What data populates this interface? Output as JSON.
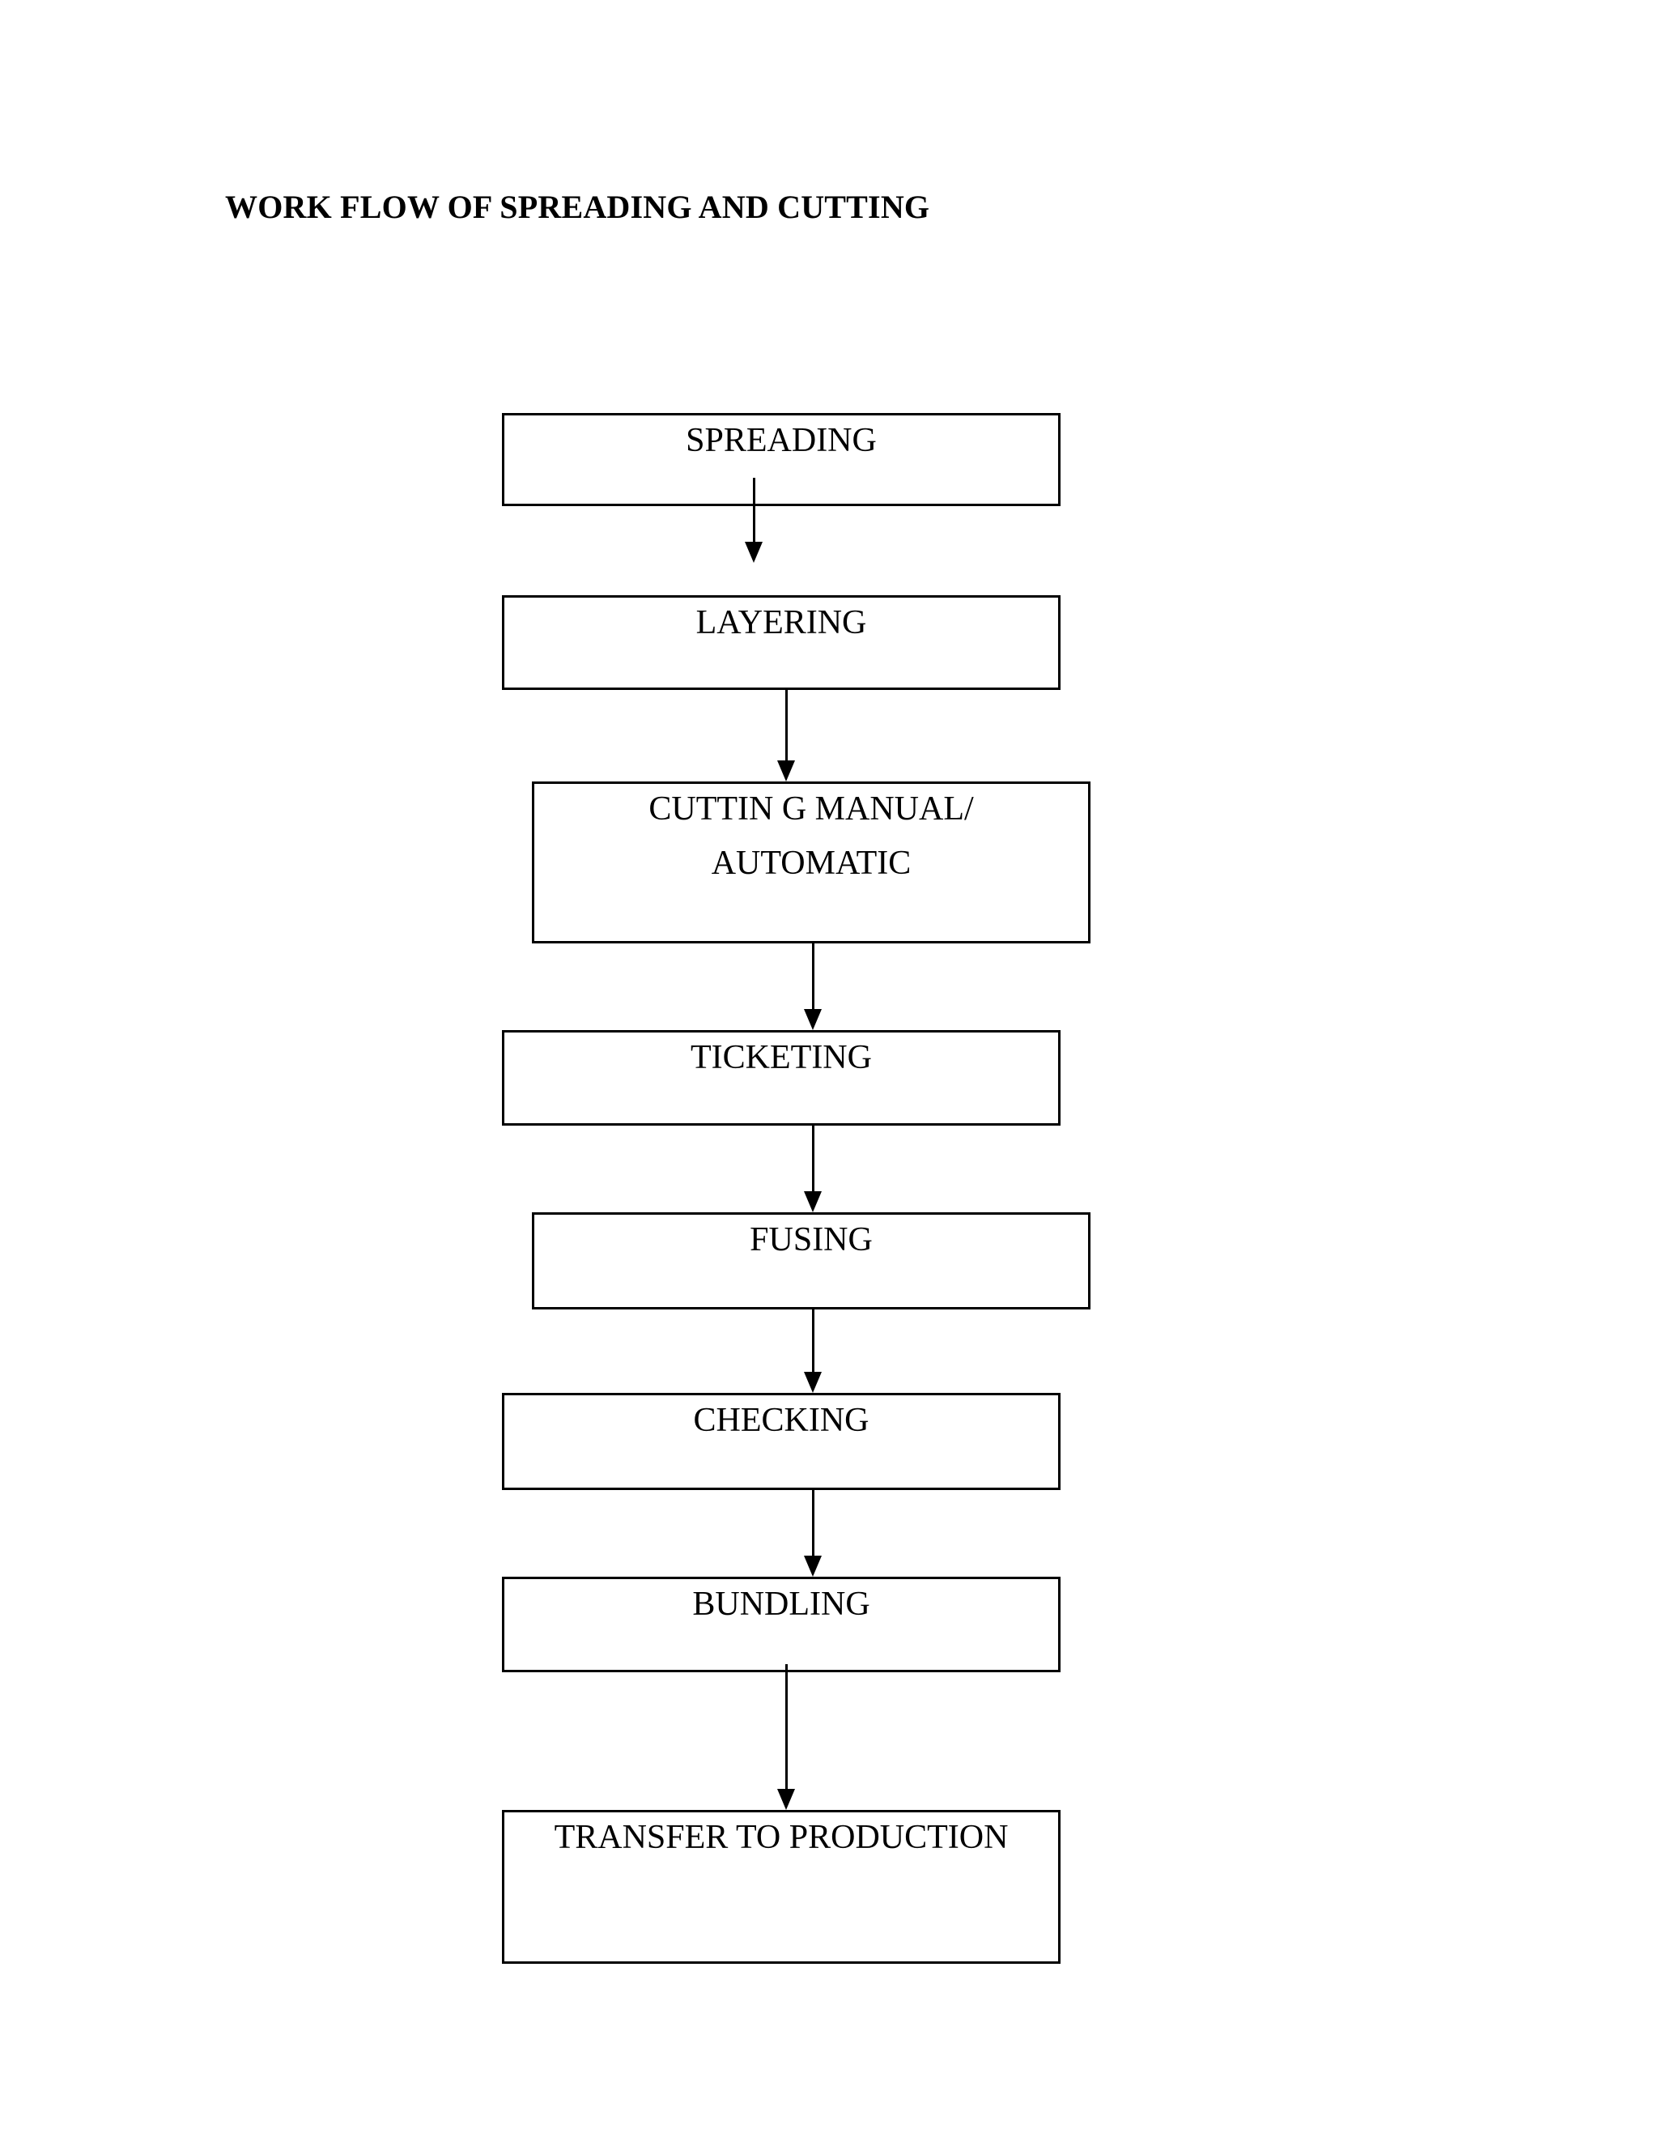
{
  "document": {
    "title": "WORK FLOW OF SPREADING AND CUTTING"
  },
  "flowchart": {
    "type": "flowchart",
    "orientation": "vertical",
    "shape": "rectangle",
    "colors": {
      "background": "#ffffff",
      "box_border": "#000000",
      "text": "#000000",
      "arrow": "#000000"
    },
    "nodes": [
      {
        "id": "spreading",
        "label": "SPREADING",
        "lines": [
          "SPREADING"
        ]
      },
      {
        "id": "layering",
        "label": "LAYERING",
        "lines": [
          "LAYERING"
        ]
      },
      {
        "id": "cutting",
        "label": "CUTTIN G MANUAL/ AUTOMATIC",
        "lines": [
          "CUTTIN G MANUAL/",
          "AUTOMATIC"
        ]
      },
      {
        "id": "ticketing",
        "label": "TICKETING",
        "lines": [
          "TICKETING"
        ]
      },
      {
        "id": "fusing",
        "label": "FUSING",
        "lines": [
          "FUSING"
        ]
      },
      {
        "id": "checking",
        "label": "CHECKING",
        "lines": [
          "CHECKING"
        ]
      },
      {
        "id": "bundling",
        "label": "BUNDLING",
        "lines": [
          "BUNDLING"
        ]
      },
      {
        "id": "transfer",
        "label": "TRANSFER TO PRODUCTION",
        "lines": [
          "TRANSFER TO PRODUCTION"
        ]
      }
    ],
    "edges": [
      {
        "from": "spreading",
        "to": "layering"
      },
      {
        "from": "layering",
        "to": "cutting"
      },
      {
        "from": "cutting",
        "to": "ticketing"
      },
      {
        "from": "ticketing",
        "to": "fusing"
      },
      {
        "from": "fusing",
        "to": "checking"
      },
      {
        "from": "checking",
        "to": "bundling"
      },
      {
        "from": "bundling",
        "to": "transfer"
      }
    ]
  }
}
